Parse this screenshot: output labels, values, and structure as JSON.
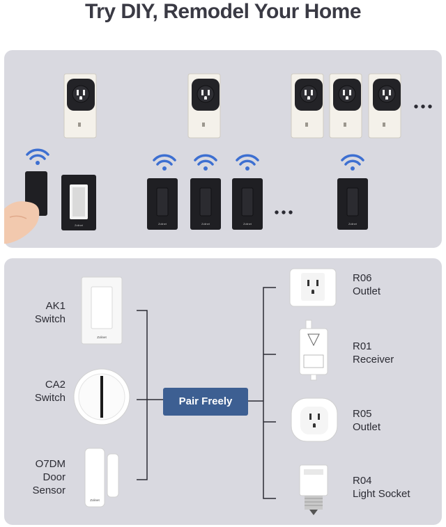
{
  "title": "Try DIY, Remodel Your Home",
  "brand": "Zolinet",
  "pair_button": "Pair Freely",
  "left_devices": [
    {
      "model": "AK1",
      "type": "Switch"
    },
    {
      "model": "CA2",
      "type": "Switch"
    },
    {
      "model": "O7DM",
      "type": "Door",
      "type2": "Sensor"
    }
  ],
  "right_devices": [
    {
      "model": "R06",
      "type": "Outlet"
    },
    {
      "model": "R01",
      "type": "Receiver"
    },
    {
      "model": "R05",
      "type": "Outlet"
    },
    {
      "model": "R04",
      "type": "Light Socket"
    }
  ],
  "more_indicator": "•••",
  "colors": {
    "panel": "#d9d9e0",
    "accent": "#3d5f92",
    "wifi": "#3d6fd1",
    "title": "#3a3a44"
  }
}
